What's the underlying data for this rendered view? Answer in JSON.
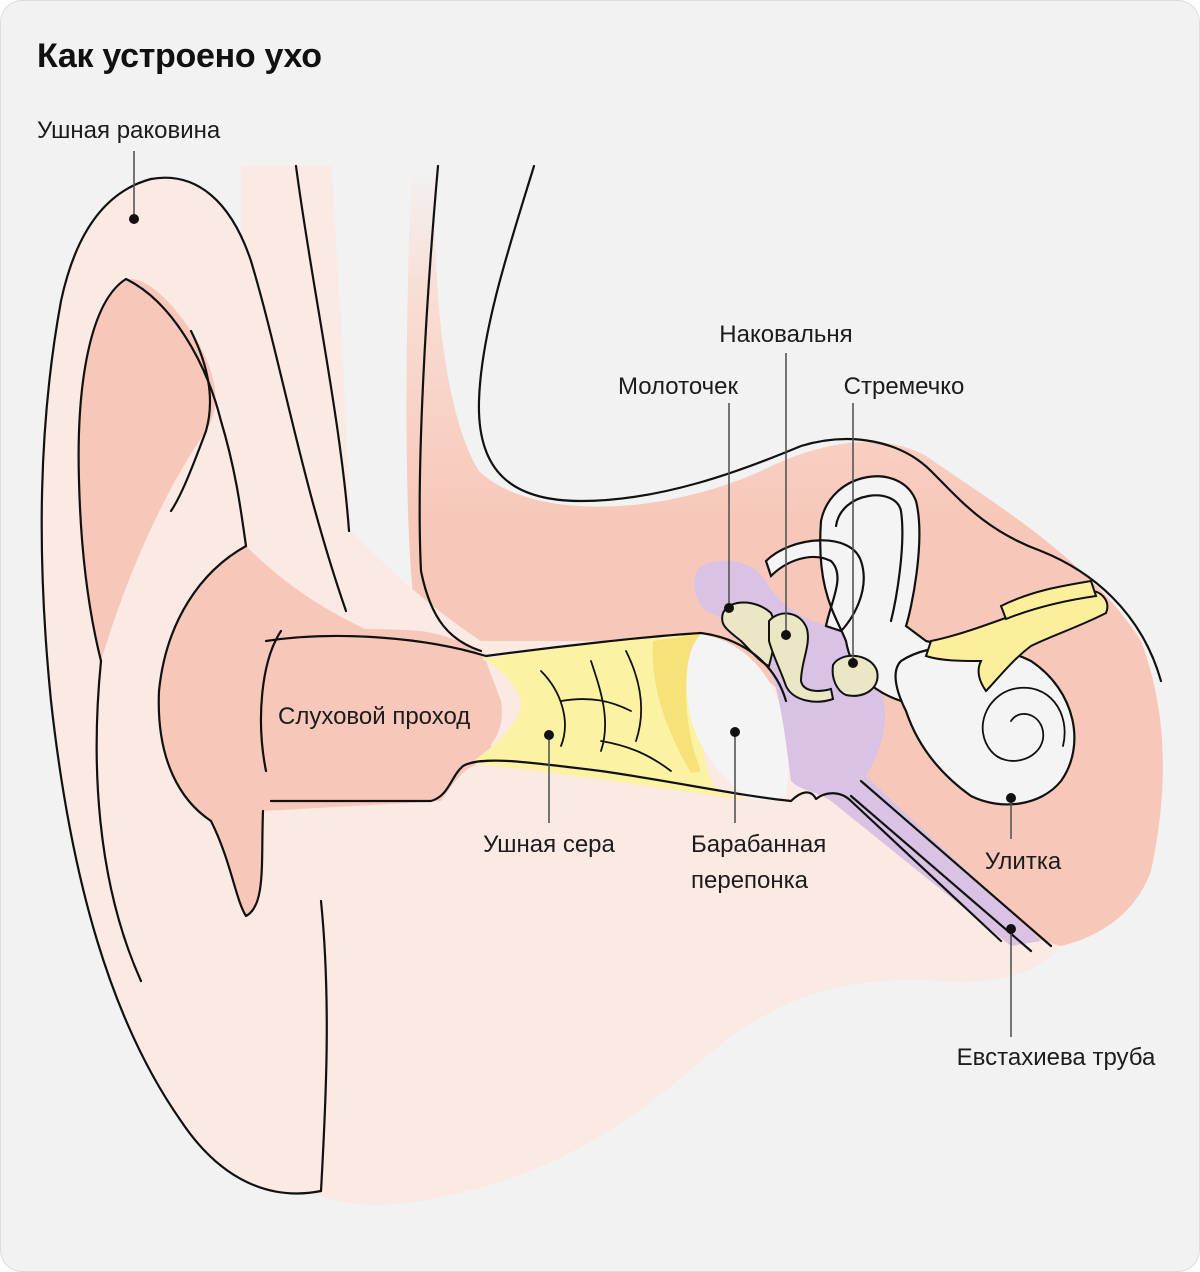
{
  "title": "Как устроено ухо",
  "labels": {
    "pinna": "Ушная раковина",
    "ear_canal": "Слуховой проход",
    "earwax": "Ушная сера",
    "eardrum_line1": "Барабанная",
    "eardrum_line2": "перепонка",
    "incus": "Наковальня",
    "malleus": "Молоточек",
    "stapes": "Стремечко",
    "cochlea": "Улитка",
    "eustachian_tube": "Евстахиева труба"
  },
  "colors": {
    "background": "#f2f2f2",
    "skin": "#fbe9e3",
    "tissue": "#f7c8ba",
    "earwax": "#fbf2a4",
    "earwax_dark": "#f7e27a",
    "eardrum": "#f4f4f4",
    "middle_ear": "#d9c2e4",
    "ossicles": "#ebe6c4",
    "cochlea": "#f4f4f4",
    "nerve": "#fcef9c",
    "outline": "#111111"
  }
}
